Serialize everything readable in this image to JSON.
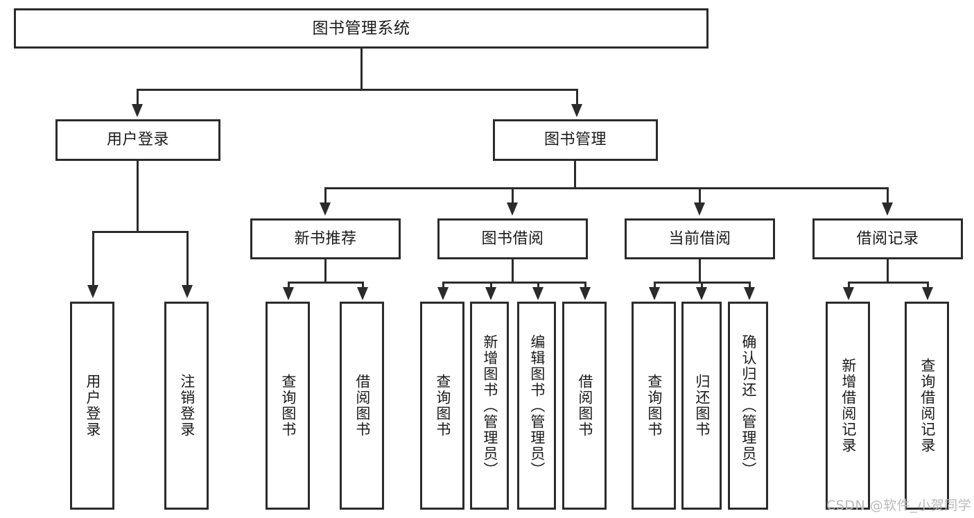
{
  "diagram": {
    "title": "图书管理系统",
    "type": "hierarchy-tree",
    "root": {
      "label": "图书管理系统"
    },
    "level1": [
      {
        "label": "用户登录"
      },
      {
        "label": "图书管理"
      }
    ],
    "level2": [
      {
        "label": "新书推荐"
      },
      {
        "label": "图书借阅"
      },
      {
        "label": "当前借阅"
      },
      {
        "label": "借阅记录"
      }
    ],
    "leaves": {
      "user_login": [
        {
          "label": "用户登录"
        },
        {
          "label": "注销登录"
        }
      ],
      "new_book_recommend": [
        {
          "label": "查询图书"
        },
        {
          "label": "借阅图书"
        }
      ],
      "book_borrow": [
        {
          "label": "查询图书"
        },
        {
          "label": "新增图书（管理员）"
        },
        {
          "label": "编辑图书（管理员）"
        },
        {
          "label": "借阅图书"
        }
      ],
      "current_borrow": [
        {
          "label": "查询图书"
        },
        {
          "label": "归还图书"
        },
        {
          "label": "确认归还（管理员）"
        }
      ],
      "borrow_record": [
        {
          "label": "新增借阅记录"
        },
        {
          "label": "查询借阅记录"
        }
      ]
    }
  },
  "watermark": {
    "text": "CSDN @软件_小贺同学"
  },
  "colors": {
    "stroke": "#2b2b2b",
    "background": "#ffffff",
    "text": "#1a1a1a",
    "watermark": "#b9b9b9"
  }
}
